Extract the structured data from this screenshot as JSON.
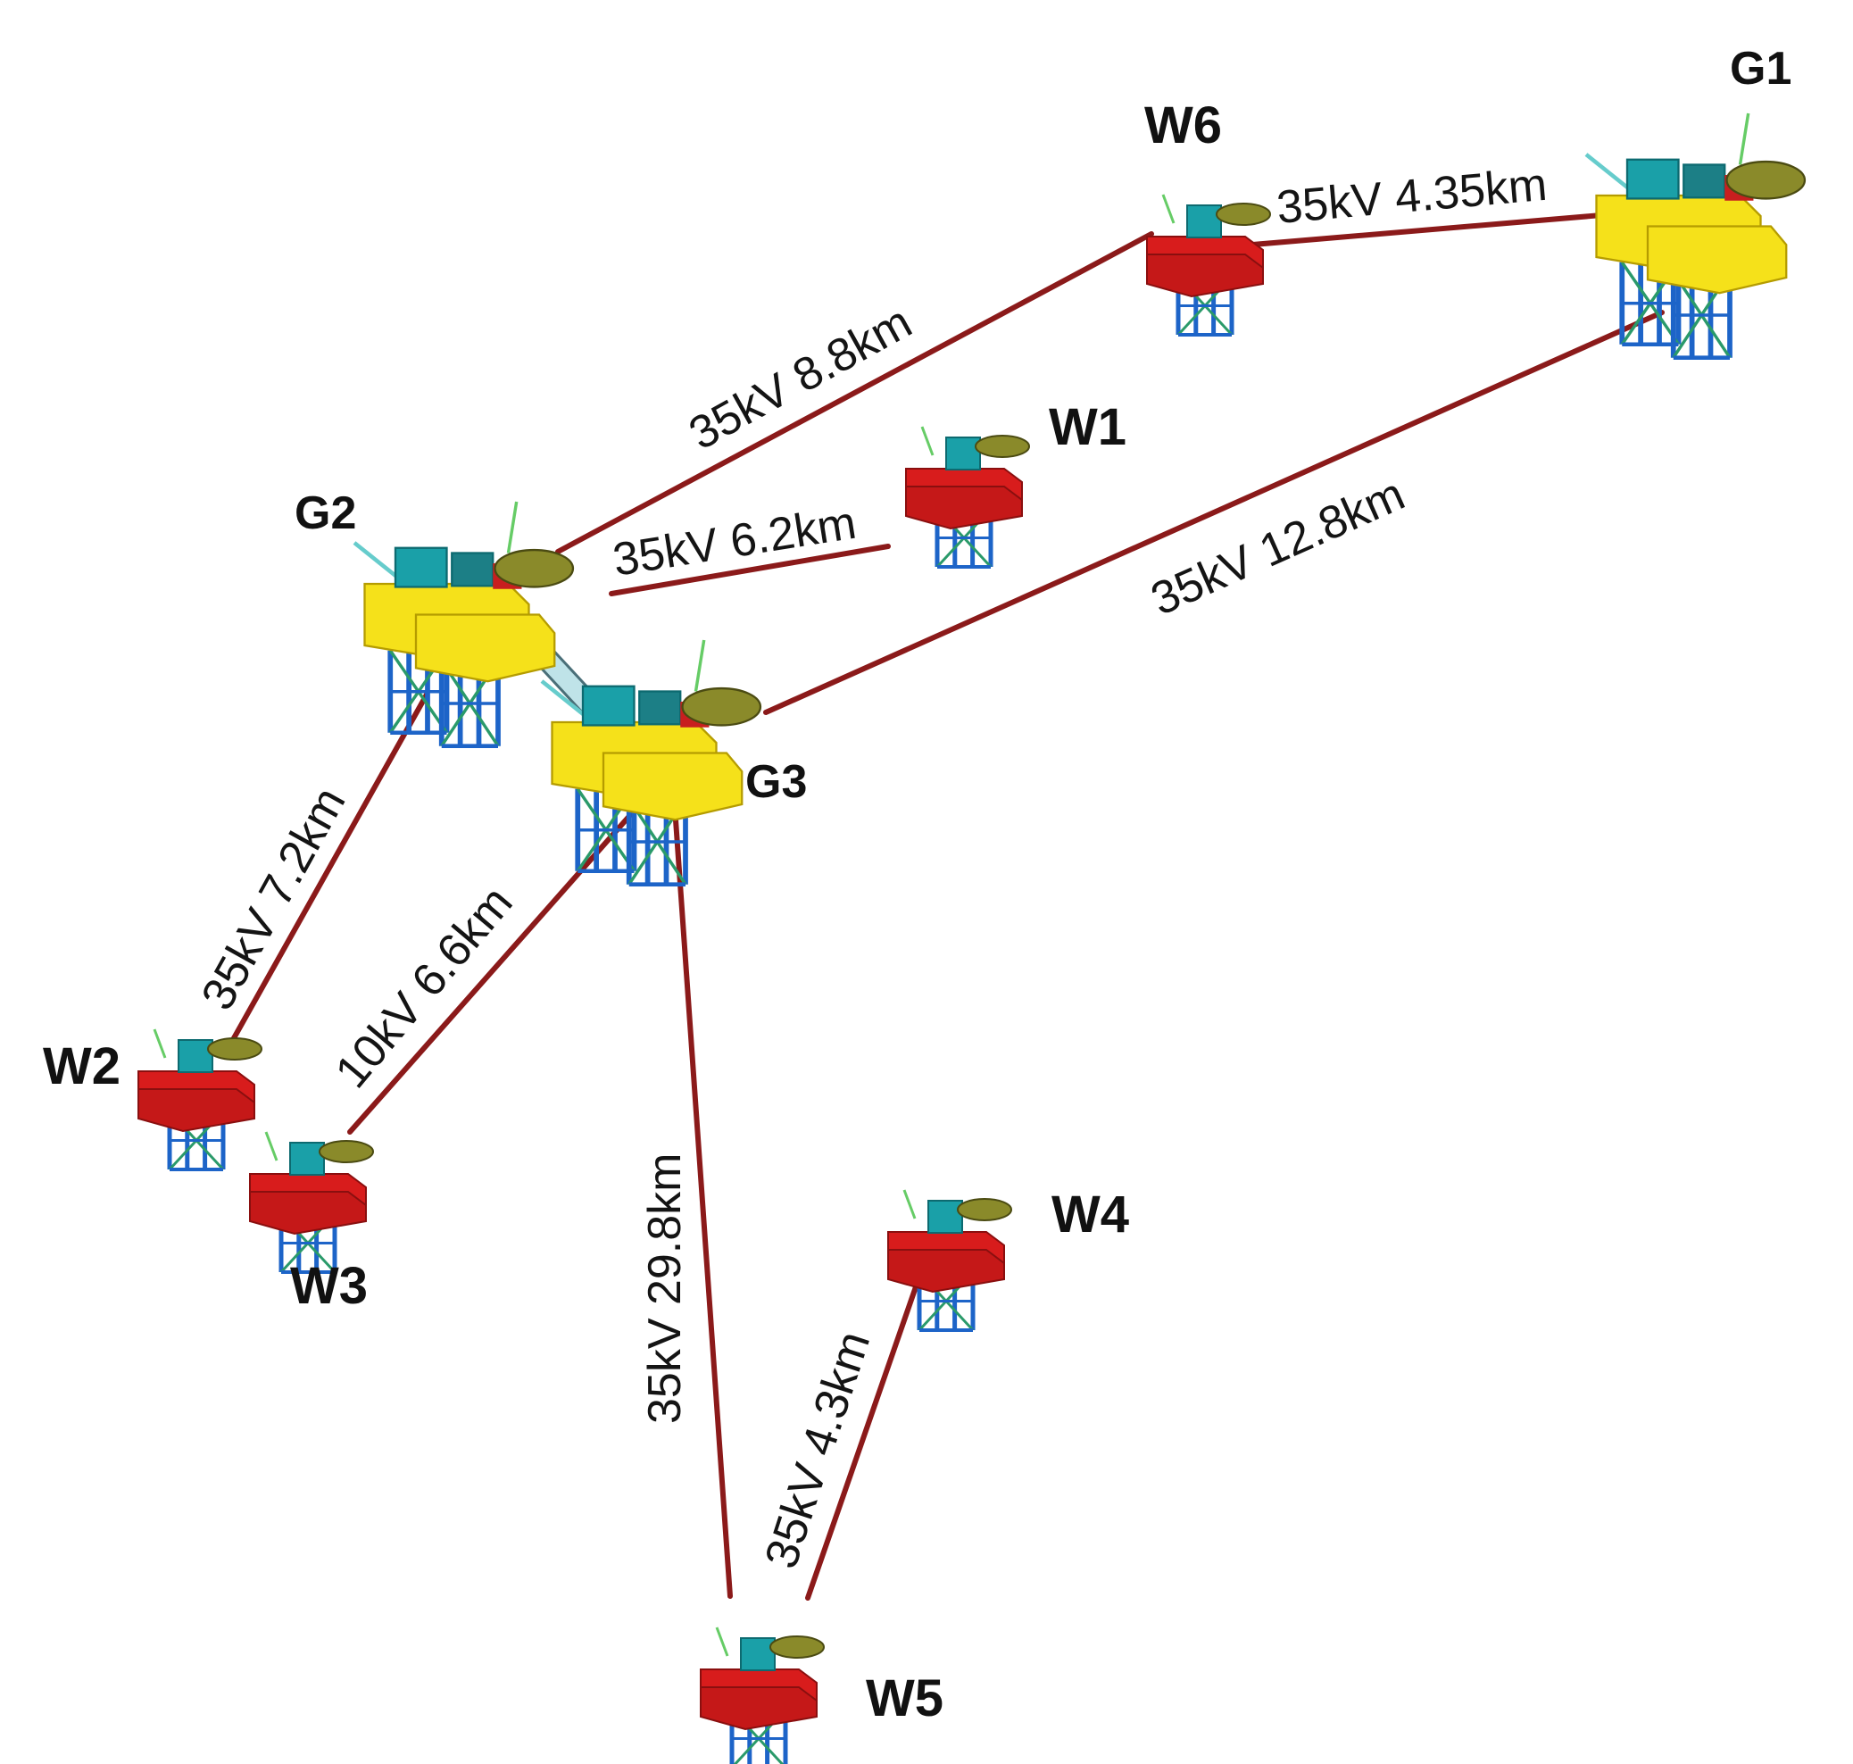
{
  "platforms": [
    {
      "id": "G1",
      "label": "G1",
      "kind": "generation"
    },
    {
      "id": "G2",
      "label": "G2",
      "kind": "generation"
    },
    {
      "id": "G3",
      "label": "G3",
      "kind": "generation"
    },
    {
      "id": "W1",
      "label": "W1",
      "kind": "well"
    },
    {
      "id": "W2",
      "label": "W2",
      "kind": "well"
    },
    {
      "id": "W3",
      "label": "W3",
      "kind": "well"
    },
    {
      "id": "W4",
      "label": "W4",
      "kind": "well"
    },
    {
      "id": "W5",
      "label": "W5",
      "kind": "well"
    },
    {
      "id": "W6",
      "label": "W6",
      "kind": "well"
    }
  ],
  "cables": [
    {
      "from": "W6",
      "to": "G1",
      "label": "35kV 4.35km"
    },
    {
      "from": "G2",
      "to": "W6",
      "label": "35kV 8.8km"
    },
    {
      "from": "G2",
      "to": "W1",
      "label": "35kV 6.2km"
    },
    {
      "from": "G3",
      "to": "G1",
      "label": "35kV 12.8km"
    },
    {
      "from": "G2",
      "to": "W2",
      "label": "35kV 7.2km"
    },
    {
      "from": "G3",
      "to": "W3",
      "label": "10kV 6.6km"
    },
    {
      "from": "G3",
      "to": "W5",
      "label": "35kV 29.8km"
    },
    {
      "from": "W5",
      "to": "W4",
      "label": "35kV 4.3km"
    }
  ],
  "bridge": {
    "from": "G2",
    "to": "G3"
  },
  "colors": {
    "cable": "#8b1a1a",
    "generation_deck": "#f5e11a",
    "well_deck": "#d81c1c",
    "jacket": "#1d64c8",
    "module": "#1aa0a8",
    "bridge": "#bfe3e8"
  },
  "icons": {
    "generation": "platform-generation-icon",
    "well": "platform-well-icon"
  }
}
